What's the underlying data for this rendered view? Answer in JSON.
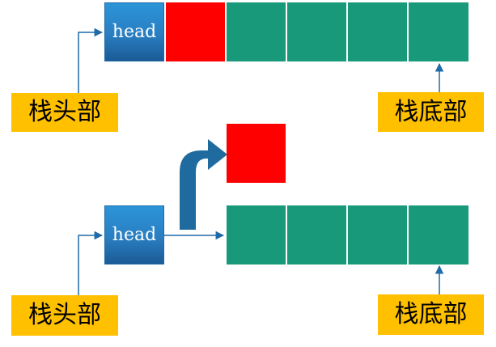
{
  "top_stack": {
    "head_label": "head",
    "head_pointer_label": "栈头部",
    "bottom_pointer_label": "栈底部"
  },
  "bottom_stack": {
    "head_label": "head",
    "head_pointer_label": "栈头部",
    "bottom_pointer_label": "栈底部"
  },
  "colors": {
    "head_fill": "#2a7ec1",
    "popped_fill": "#ff0000",
    "node_fill": "#17997a",
    "label_fill": "#ffc000",
    "arrow_fill": "#1f6a9e",
    "connector_stroke": "#1f6aa8"
  }
}
